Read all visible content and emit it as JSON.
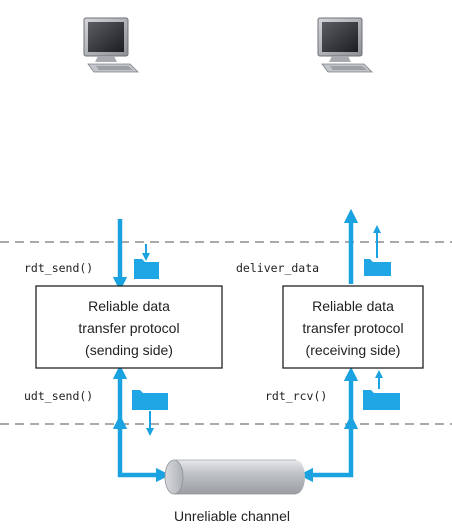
{
  "labels": {
    "rdt_send": "rdt_send()",
    "udt_send": "udt_send()",
    "deliver_data": "deliver_data",
    "rdt_rcv": "rdt_rcv()"
  },
  "sender_box": {
    "line1": "Reliable data",
    "line2": "transfer protocol",
    "line3": "(sending side)"
  },
  "receiver_box": {
    "line1": "Reliable data",
    "line2": "transfer protocol",
    "line3": "(receiving side)"
  },
  "channel": {
    "caption": "Unreliable channel"
  },
  "colors": {
    "arrow": "#1aa3e0",
    "arrow_light": "#8fd0f0",
    "packet": "#1ea7e4",
    "channel": "#c9ccd0",
    "dashed": "#555555",
    "box_border": "#222222"
  }
}
